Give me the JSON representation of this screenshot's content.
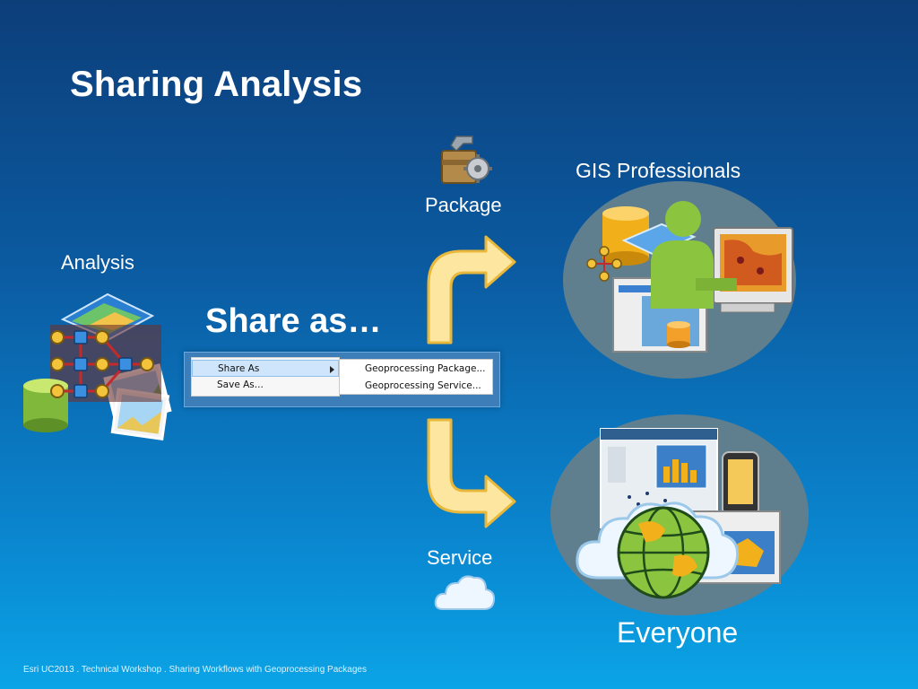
{
  "slide": {
    "title": "Sharing Analysis",
    "share_as": "Share as…",
    "footer": "Esri UC2013 . Technical Workshop . Sharing Workflows with Geoprocessing Packages"
  },
  "labels": {
    "analysis": "Analysis",
    "package": "Package",
    "service": "Service",
    "gis_professionals": "GIS Professionals",
    "everyone": "Everyone"
  },
  "context_menu": {
    "items": [
      {
        "label": "Share As",
        "has_submenu": true,
        "highlighted": true
      },
      {
        "label": "Save As...",
        "has_submenu": false,
        "highlighted": false
      }
    ],
    "submenu": [
      "Geoprocessing Package...",
      "Geoprocessing Service..."
    ]
  },
  "icons": {
    "analysis": "model-builder-icon",
    "package": "toolbox-gear-icon",
    "service": "cloud-icon",
    "gis_professionals": "gis-user-icon",
    "everyone": "web-globe-icon"
  },
  "colors": {
    "arrow_fill": "#fde7a0",
    "arrow_stroke": "#e9b83a",
    "circle_fill": "#5f7f8f",
    "bg_top": "#0c3e7a",
    "bg_bottom": "#0ba4e6"
  }
}
